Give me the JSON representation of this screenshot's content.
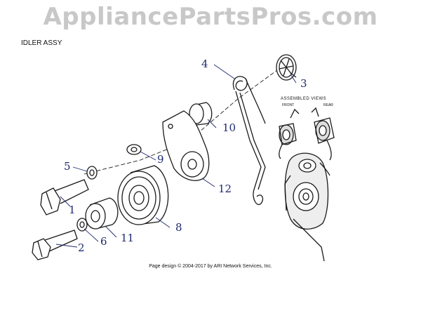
{
  "watermark": "AppliancePartsPros.com",
  "title": "IDLER ASSY",
  "assembled_views": {
    "heading": "ASSEMBLED VIEWS",
    "front": "FRONT",
    "rear": "REAR"
  },
  "copyright": "Page design © 2004-2017 by ARI Network Services, Inc.",
  "callouts": [
    "1",
    "2",
    "3",
    "4",
    "5",
    "6",
    "8",
    "9",
    "10",
    "11",
    "12"
  ],
  "colors": {
    "callout": "#1e2a6e",
    "watermark": "#c8c8c8",
    "line": "#1a1a1a"
  }
}
